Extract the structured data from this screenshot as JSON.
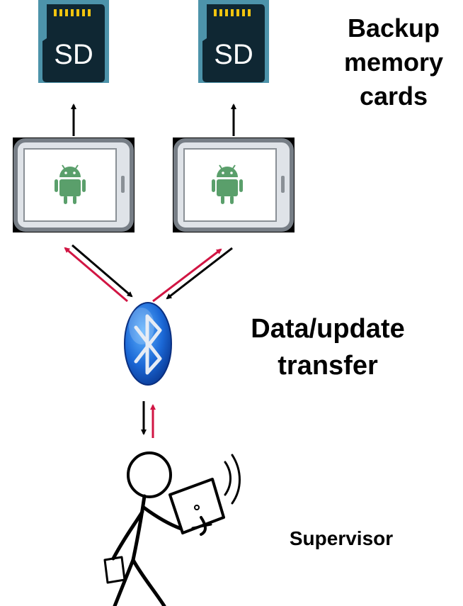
{
  "labels": {
    "backup_line1": "Backup",
    "backup_line2": "memory",
    "backup_line3": "cards",
    "transfer_line1": "Data/update",
    "transfer_line2": "transfer",
    "supervisor": "Supervisor"
  },
  "sd_card_text": "SD",
  "icons": [
    "sd-card-icon",
    "tablet-icon",
    "android-icon",
    "bluetooth-icon",
    "stick-figure-supervisor",
    "laptop-icon"
  ],
  "colors": {
    "sd_card": "#0f2733",
    "sd_card_bg": "#4d93aa",
    "sd_contacts": "#f1c40f",
    "tablet_frame": "#777e86",
    "android": "#5a9f6b",
    "bluetooth": "#1560c8",
    "arrow_red": "#d11543",
    "arrow_black": "#000000"
  }
}
